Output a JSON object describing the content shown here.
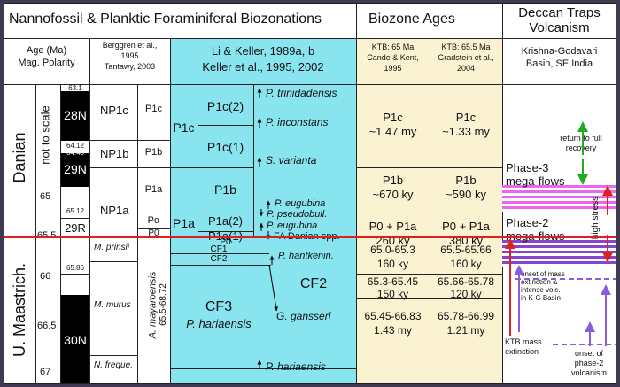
{
  "header": {
    "title": "Nannofossil & Planktic Foraminiferal Biozonations",
    "ages_title": "Biozone Ages",
    "deccan_title_1": "Deccan Traps",
    "deccan_title_2": "Volcanism"
  },
  "columns": {
    "age_1": "Age (Ma)",
    "age_2": "Mag. Polarity",
    "berggren_1": "Berggren et al.,",
    "berggren_2": "1995",
    "berggren_3": "Tantawy, 2003",
    "li_1": "Li & Keller, 1989a, b",
    "li_2": "Keller et al., 1995, 2002",
    "ktb1_1": "KTB: 65 Ma",
    "ktb1_2": "Cande & Kent,",
    "ktb1_3": "1995",
    "ktb2_1": "KTB: 65.5 Ma",
    "ktb2_2": "Gradstein et al.,",
    "ktb2_3": "2004",
    "kg_1": "Krishna-Godavari",
    "kg_2": "Basin, SE India"
  },
  "stages": {
    "danian": "Danian",
    "maastrichtian": "U. Maastrich.",
    "not_to_scale": "not to scale"
  },
  "ages": {
    "a65": "65",
    "a655": "65.5",
    "a66": "66",
    "a665": "66.5",
    "a67": "67"
  },
  "polarity": {
    "n28": "28N",
    "n29": "29N",
    "r29": "29R",
    "n30": "30N",
    "v631": "63.1",
    "v6412": "64.12",
    "v6443": "64.43",
    "v6512": "65.12",
    "v6586": "65.86"
  },
  "nanno": {
    "np1c": "NP1c",
    "np1b": "NP1b",
    "np1a": "NP1a",
    "m_prinsii": "M. prinsii",
    "m_murus": "M. murus",
    "n_freque": "N. freque."
  },
  "berg_p": {
    "p1c": "P1c",
    "p1b": "P1b",
    "p1a": "P1a",
    "palpha": "Pα",
    "p0": "P0",
    "a_mayaro": "A. mayaroensis",
    "a_mayaro_age": "65.5-68.72"
  },
  "li": {
    "p1c": "P1c",
    "p1c2": "P1c(2)",
    "p1c1": "P1c(1)",
    "p1b": "P1b",
    "p1a": "P1a",
    "p1a2": "P1a(2)",
    "p1a1": "P1a(1)",
    "p0": "P0",
    "cf1": "CF1",
    "cf2": "CF2",
    "cf3": "CF3",
    "cf3_sp": "P. hariaensis",
    "cf2_right": "CF2"
  },
  "species": {
    "trinidadensis": "P. trinidadensis",
    "inconstans": "P. inconstans",
    "varianta": "S. varianta",
    "eugubina": "P. eugubina",
    "pseudobull": "P. pseudobull.",
    "eugubina2": "P. eugubina",
    "fa_danian": "FA Danian spp.",
    "hantkenin": "P. hantkenin.",
    "gansseri": "G. gansseri",
    "hariaensis": "P. hariaensis"
  },
  "ages_ktb65": {
    "p1c": "P1c",
    "p1c_d": "~1.47 my",
    "p1b": "P1b",
    "p1b_d": "~670 ky",
    "p0p1a": "P0 + P1a",
    "p0p1a_d": "260 ky",
    "r1": "65.0-65.3",
    "r1_d": "160 ky",
    "r2": "65.3-65.45",
    "r2_d": "150 ky",
    "r3": "65.45-66.83",
    "r3_d": "1.43 my"
  },
  "ages_ktb655": {
    "p1c": "P1c",
    "p1c_d": "~1.33 my",
    "p1b": "P1b",
    "p1b_d": "~590 ky",
    "p0p1a": "P0 + P1a",
    "p0p1a_d": "380 ky",
    "r1": "65.5-65.66",
    "r1_d": "160 ky",
    "r2": "65.66-65.78",
    "r2_d": "120 ky",
    "r3": "65.78-66.99",
    "r3_d": "1.21 my"
  },
  "deccan": {
    "phase3_1": "Phase-3",
    "phase3_2": "mega-flows",
    "phase2_1": "Phase-2",
    "phase2_2": "mega-flows",
    "return_1": "return to full",
    "return_2": "recovery",
    "high_stress": "high stress",
    "onset_mass_1": "onset of mass",
    "onset_mass_2": "extinction &",
    "onset_mass_3": "intense volc.",
    "onset_mass_4": "in K-G Basin",
    "ktb_mass_1": "KTB mass",
    "ktb_mass_2": "extinction",
    "onset_phase2_1": "onset of",
    "onset_phase2_2": "phase-2",
    "onset_phase2_3": "volcanism"
  },
  "colors": {
    "frame": "#3f3a52",
    "cyan": "#88e4ee",
    "tan": "#fbf2d2",
    "magenta": "#ee66ee",
    "purple": "#8844cc",
    "red": "#e02020",
    "green": "#22aa22",
    "arrow_purple": "#8a5ce0"
  }
}
